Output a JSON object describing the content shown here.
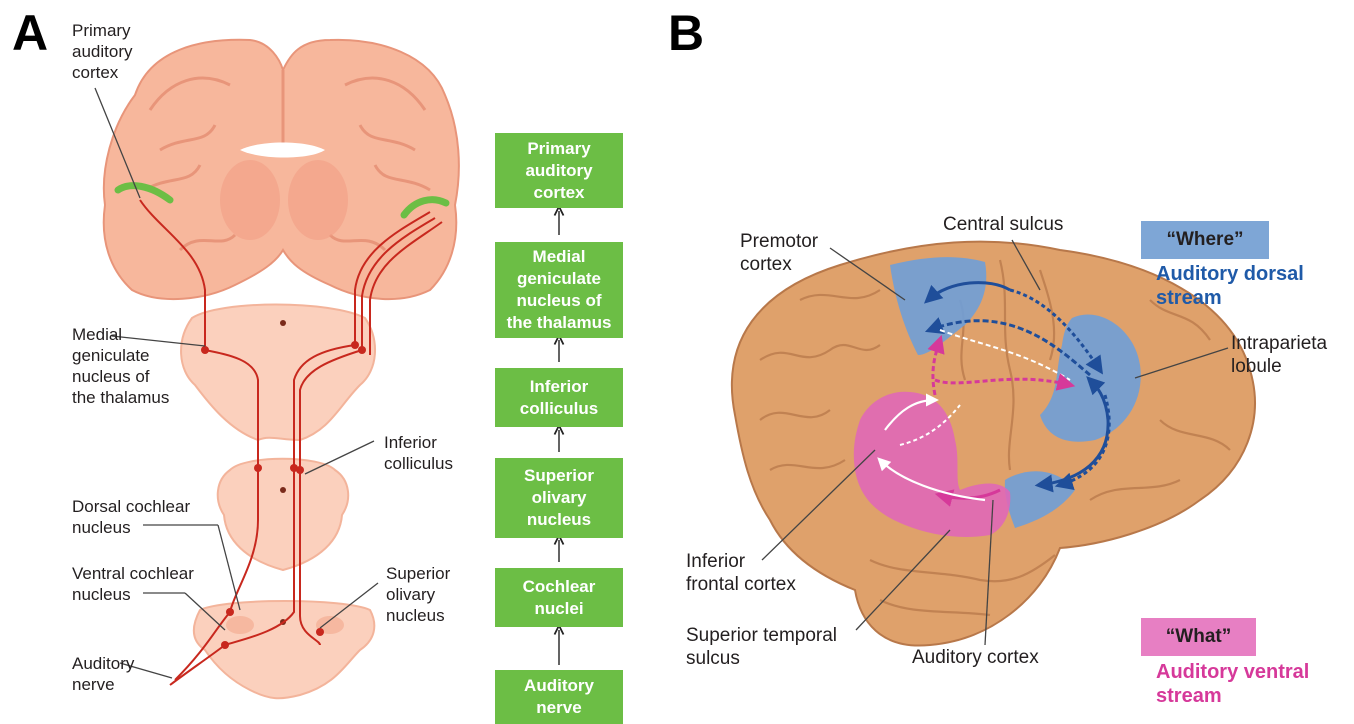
{
  "panels": {
    "a": "A",
    "b": "B"
  },
  "panel_a": {
    "labels": {
      "primary_auditory_cortex": "Primary\nauditory\ncortex",
      "medial_geniculate": "Medial\ngeniculate\nnucleus of\nthe thalamus",
      "inferior_colliculus": "Inferior\ncolliculus",
      "dorsal_cochlear": "Dorsal cochlear\nnucleus",
      "ventral_cochlear": "Ventral cochlear\nnucleus",
      "superior_olivary": "Superior\nolivary\nnucleus",
      "auditory_nerve": "Auditory\nnerve"
    },
    "flowchart": [
      "Primary\nauditory\ncortex",
      "Medial\ngeniculate\nnucleus of\nthe thalamus",
      "Inferior\ncolliculus",
      "Superior\nolivary\nnucleus",
      "Cochlear\nnuclei",
      "Auditory\nnerve"
    ]
  },
  "panel_b": {
    "labels": {
      "premotor_cortex": "Premotor\ncortex",
      "central_sulcus": "Central sulcus",
      "intraparietal_lobule": "Intraparieta\nlobule",
      "inferior_frontal_cortex": "Inferior\nfrontal cortex",
      "superior_temporal_sulcus": "Superior temporal\nsulcus",
      "auditory_cortex": "Auditory cortex"
    },
    "where_tag": "“Where”",
    "where_stream": "Auditory dorsal\nstream",
    "what_tag": "“What”",
    "what_stream": "Auditory ventral\nstream"
  },
  "colors": {
    "tissue": "#f7b79c",
    "tissue_dark": "#e8957a",
    "pathway": "#c8281e",
    "cortex_green": "#6cbe45",
    "flow_green": "#6cbe45",
    "brain": "#dfa16b",
    "dorsal_blue": "#6f9fd8",
    "dorsal_arrow": "#1f4e9a",
    "ventral_pink": "#e066b8",
    "ventral_arrow": "#d6399a",
    "where_box": "#7ea6d6",
    "what_box": "#e77fc3",
    "where_text": "#1f5aa8",
    "what_text": "#d6399a"
  }
}
